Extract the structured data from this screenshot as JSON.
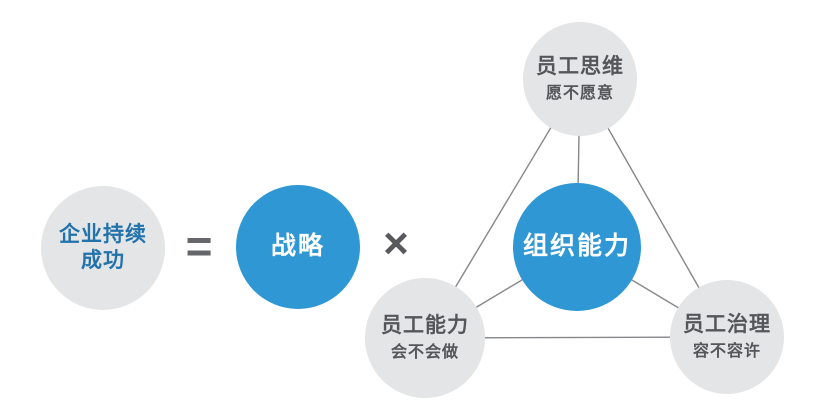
{
  "diagram": {
    "formula": {
      "result_line1": "企业持续",
      "result_line2": "成功",
      "equals_sign": "=",
      "strategy_label": "战略",
      "times_sign": "×",
      "capability_label": "组织能力"
    },
    "triangle_nodes": {
      "top": {
        "title": "员工思维",
        "subtitle": "愿不愿意"
      },
      "bottom_left": {
        "title": "员工能力",
        "subtitle": "会不会做"
      },
      "bottom_right": {
        "title": "员工治理",
        "subtitle": "容不容许"
      }
    },
    "colors": {
      "accent_blue": "#2e97d4",
      "node_gray": "#e4e5e6",
      "text_dark": "#55565a",
      "text_blue": "#2273ac",
      "line_gray": "#85878a"
    }
  }
}
